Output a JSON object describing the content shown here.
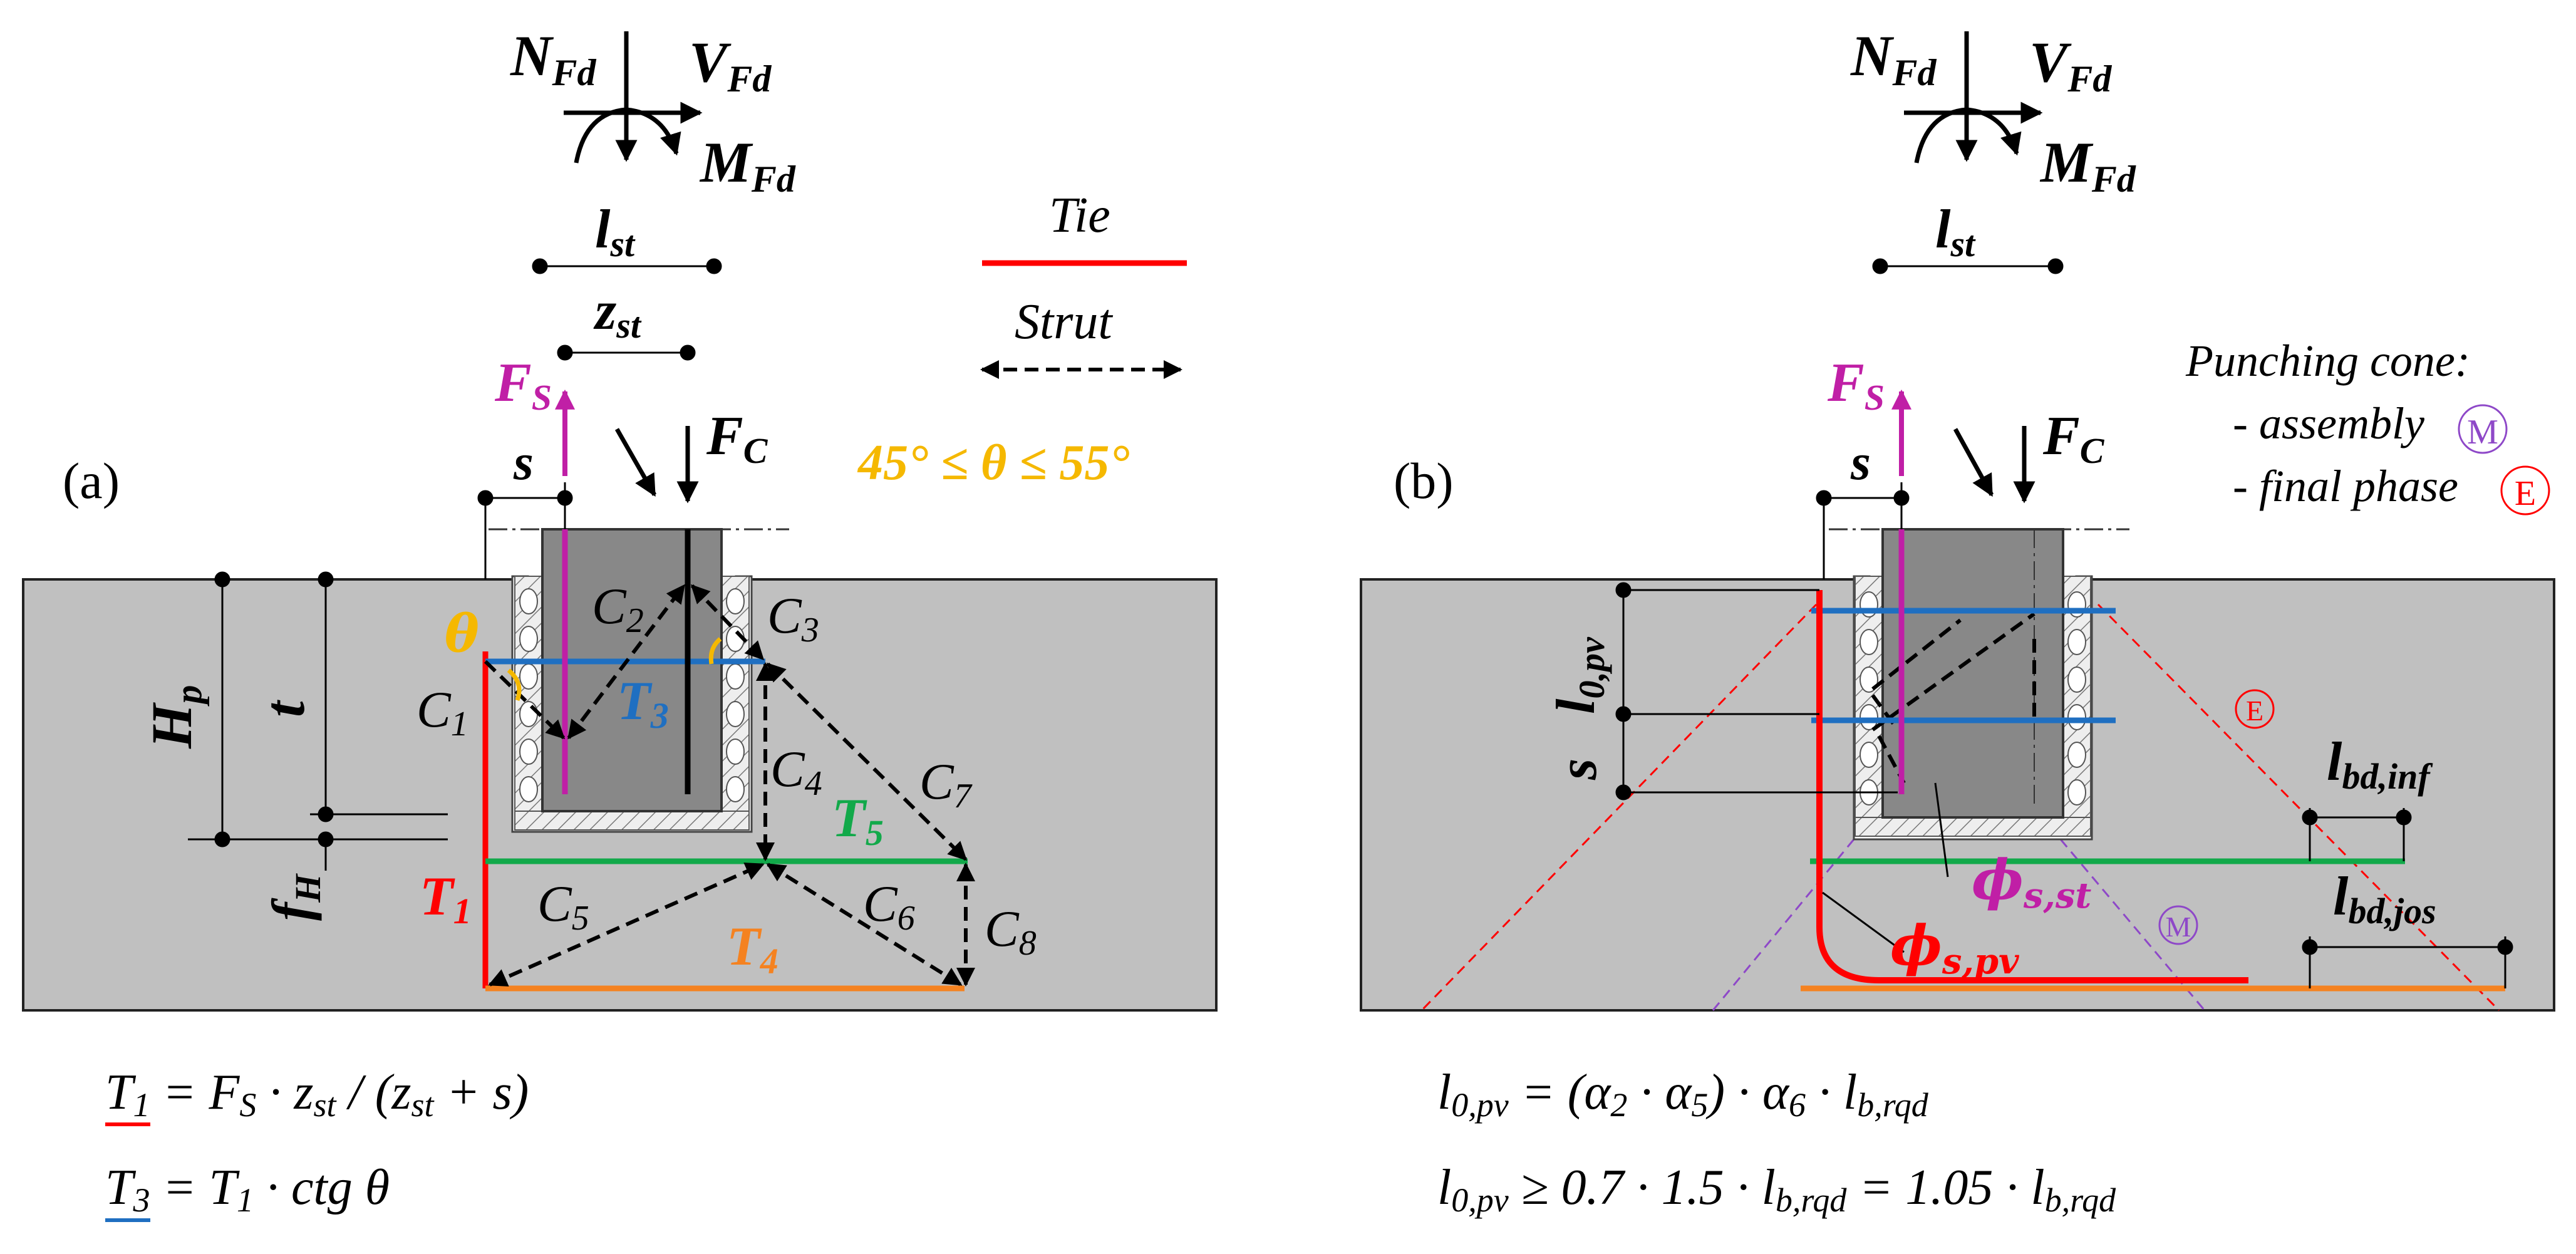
{
  "panel_a": {
    "label": "(a)",
    "loads": {
      "N": "N",
      "N_sub": "Fd",
      "V": "V",
      "V_sub": "Fd",
      "M": "M",
      "M_sub": "Fd"
    },
    "dims": {
      "l": "l",
      "l_sub": "st",
      "z": "z",
      "z_sub": "st",
      "s": "s",
      "H": "H",
      "H_sub": "p",
      "t": "t",
      "f": "f",
      "f_sub": "H"
    },
    "forces": {
      "Fs": "F",
      "Fs_sub": "S",
      "Fc": "F",
      "Fc_sub": "C"
    },
    "theta": "θ",
    "legend": {
      "tie": "Tie",
      "strut": "Strut",
      "angle_range": "45° ≤ θ ≤ 55°"
    },
    "struts": [
      {
        "t": "C",
        "s": "1"
      },
      {
        "t": "C",
        "s": "2"
      },
      {
        "t": "C",
        "s": "3"
      },
      {
        "t": "C",
        "s": "4"
      },
      {
        "t": "C",
        "s": "5"
      },
      {
        "t": "C",
        "s": "6"
      },
      {
        "t": "C",
        "s": "7"
      },
      {
        "t": "C",
        "s": "8"
      }
    ],
    "ties": {
      "T1": "T",
      "T1_sub": "1",
      "T3": "T",
      "T3_sub": "3",
      "T4": "T",
      "T4_sub": "4",
      "T5": "T",
      "T5_sub": "5"
    },
    "formula1": {
      "lhs": "T",
      "lhs_sub": "1",
      "eq": " = F",
      "f_sub": "S",
      "mid": " · z",
      "z_sub": "st",
      "rest1": " / (z",
      "z2_sub": "st",
      "rest2": " + s)"
    },
    "formula2": {
      "lhs": "T",
      "lhs_sub": "3",
      "eq": " = T",
      "t_sub": "1",
      "rest": " · ctg θ"
    }
  },
  "panel_b": {
    "label": "(b)",
    "dims": {
      "l0": "l",
      "l0_sub": "0,pv",
      "s": "s",
      "lst": "l",
      "lst_sub": "st",
      "lbd_inf": "l",
      "lbd_inf_sub": "bd,inf",
      "lbd_jos": "l",
      "lbd_jos_sub": "bd,jos"
    },
    "phi_st": "ϕ",
    "phi_st_sub": "s,st",
    "phi_pv": "ϕ",
    "phi_pv_sub": "s,pv",
    "cone": {
      "title": "Punching cone:",
      "assembly": "- assembly",
      "final": "- final phase",
      "M": "M",
      "E": "E"
    },
    "formula1": {
      "lhs": "l",
      "lhs_sub": "0,pv",
      "mid": " = (α",
      "a2": "2",
      "dot": " · α",
      "a5": "5",
      "rest": ") · α",
      "a6": "6",
      "tail": " · l",
      "l_sub": "b,rqd"
    },
    "formula2": {
      "lhs": "l",
      "lhs_sub": "0,pv",
      "mid": " ≥ 0.7 · 1.5 · l",
      "l_sub": "b,rqd",
      "eq": " = 1.05 · l",
      "l2_sub": "b,rqd"
    }
  },
  "colors": {
    "tie_red": "#ff0000",
    "blue": "#1f6fc1",
    "green": "#12a94a",
    "orange": "#f58220",
    "magenta": "#c01fa6",
    "yellow": "#f5b800",
    "purple": "#8e48c8",
    "concrete": "#c0c0c0",
    "column": "#888888"
  }
}
